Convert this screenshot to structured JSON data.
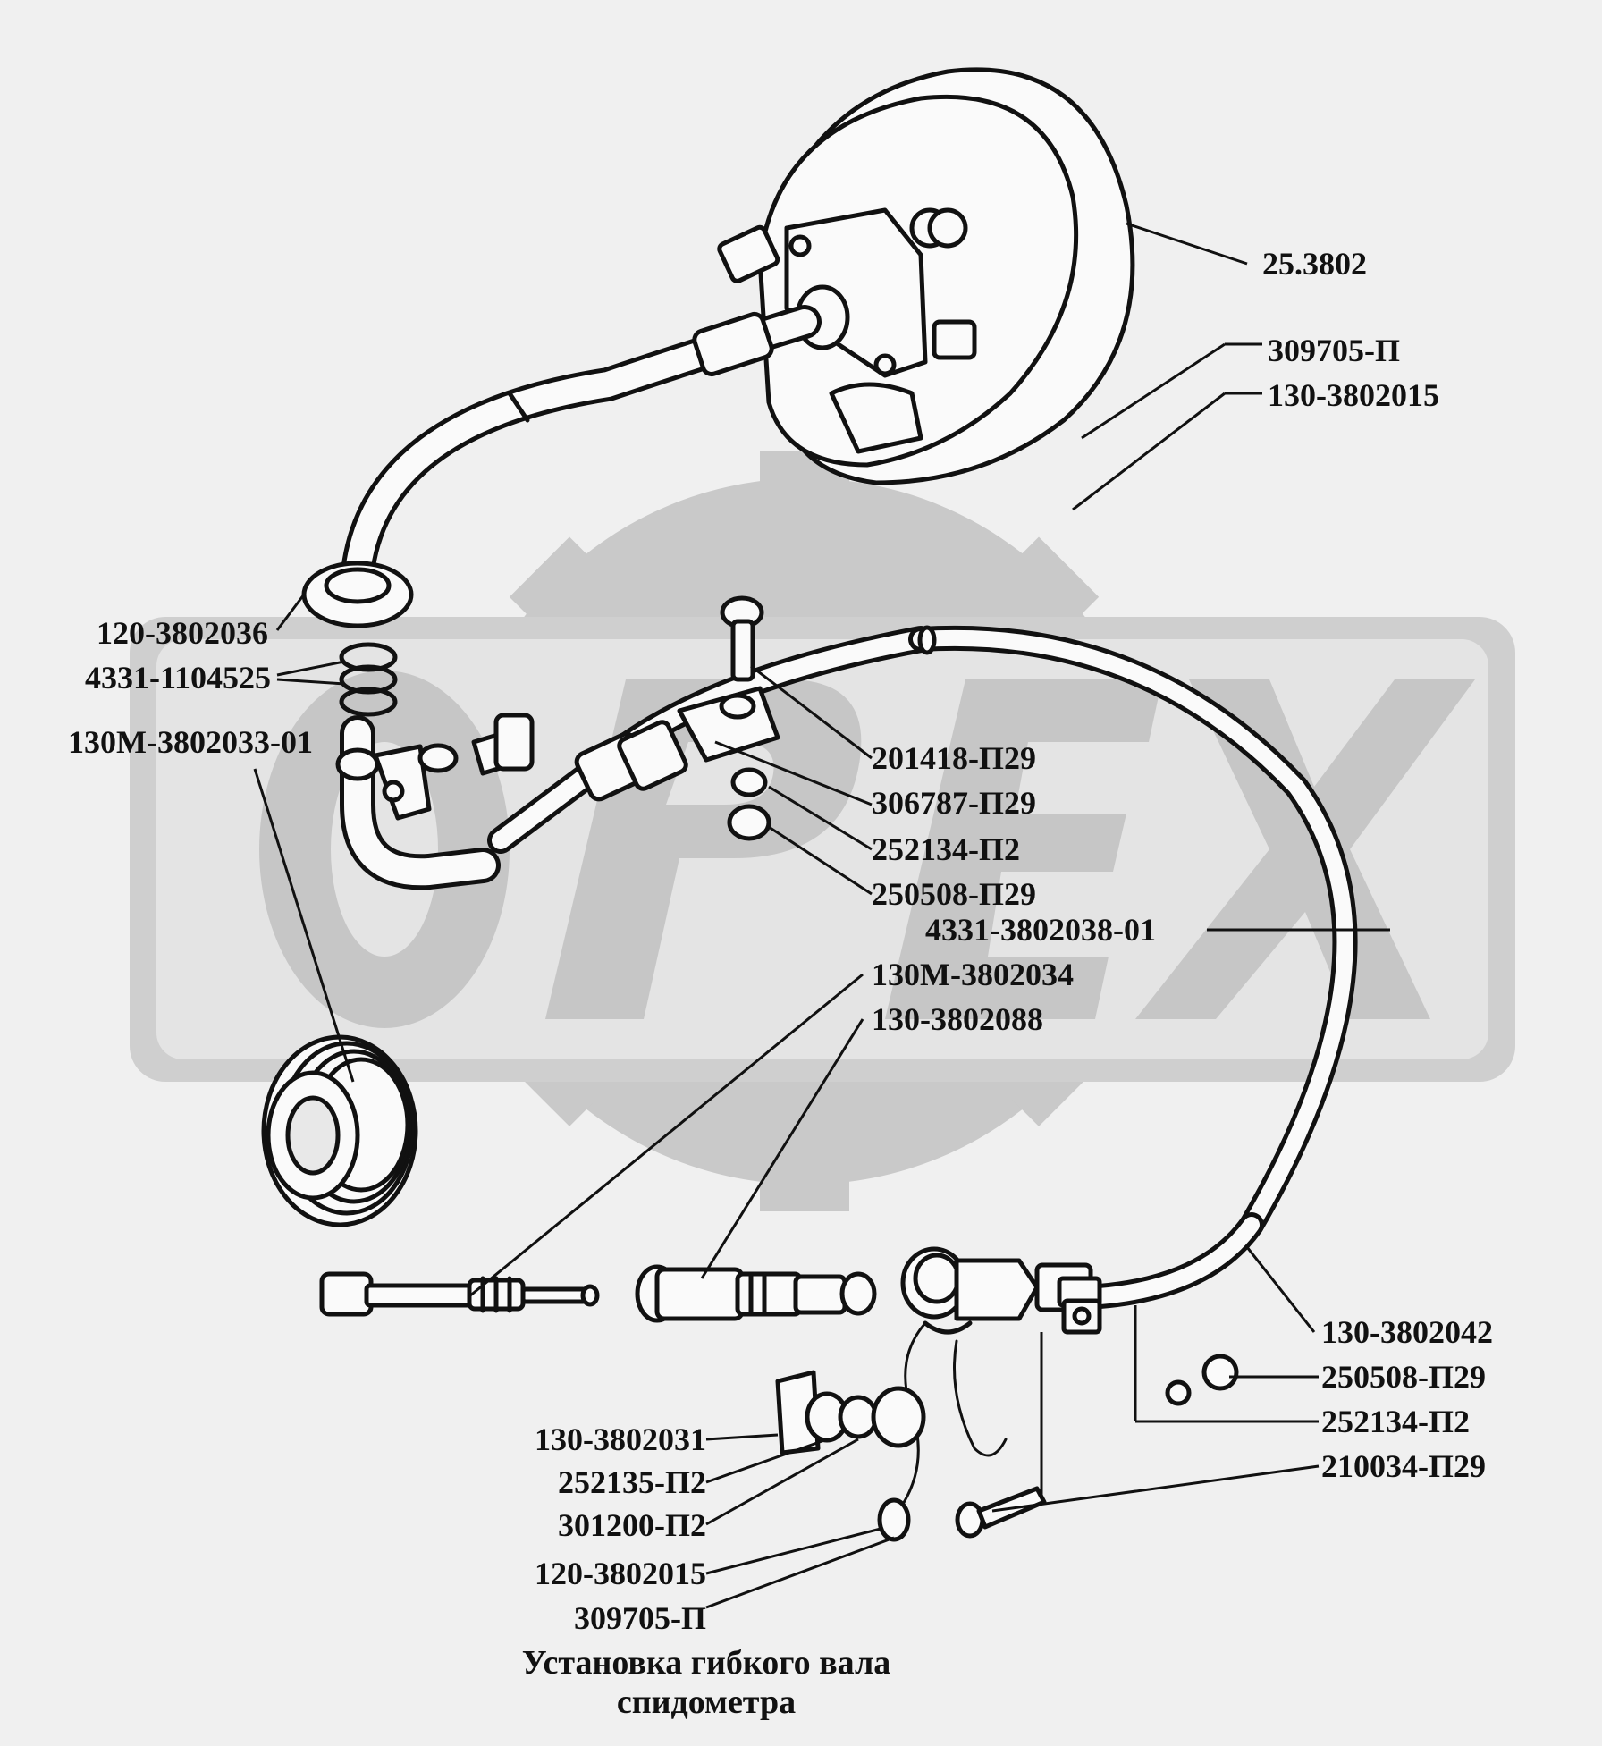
{
  "labels": {
    "l_25_3802": "25.3802",
    "l_309705_p_top": "309705-П",
    "l_130_3802015": "130-3802015",
    "l_120_3802036": "120-3802036",
    "l_4331_1104525": "4331-1104525",
    "l_130m_3802033_01": "130М-3802033-01",
    "l_201418_p29": "201418-П29",
    "l_306787_p29": "306787-П29",
    "l_252134_p2_mid": "252134-П2",
    "l_250508_p29_mid": "250508-П29",
    "l_4331_3802038_01": "4331-3802038-01",
    "l_130m_3802034": "130М-3802034",
    "l_130_3802088": "130-3802088",
    "l_130_3802042": "130-3802042",
    "l_250508_p29_low": "250508-П29",
    "l_252134_p2_low": "252134-П2",
    "l_210034_p29": "210034-П29",
    "l_130_3802031": "130-3802031",
    "l_252135_p2": "252135-П2",
    "l_301200_p2": "301200-П2",
    "l_120_3802015": "120-3802015",
    "l_309705_p_low": "309705-П"
  },
  "caption": {
    "line1": "Установка гибкого вала",
    "line2": "спидометра"
  },
  "watermark": {
    "text": "ОРЕХ",
    "color": "#c8c8c8"
  },
  "colors": {
    "ink": "#111111",
    "background": "#f0f0f0",
    "part_fill": "#fafafa"
  }
}
